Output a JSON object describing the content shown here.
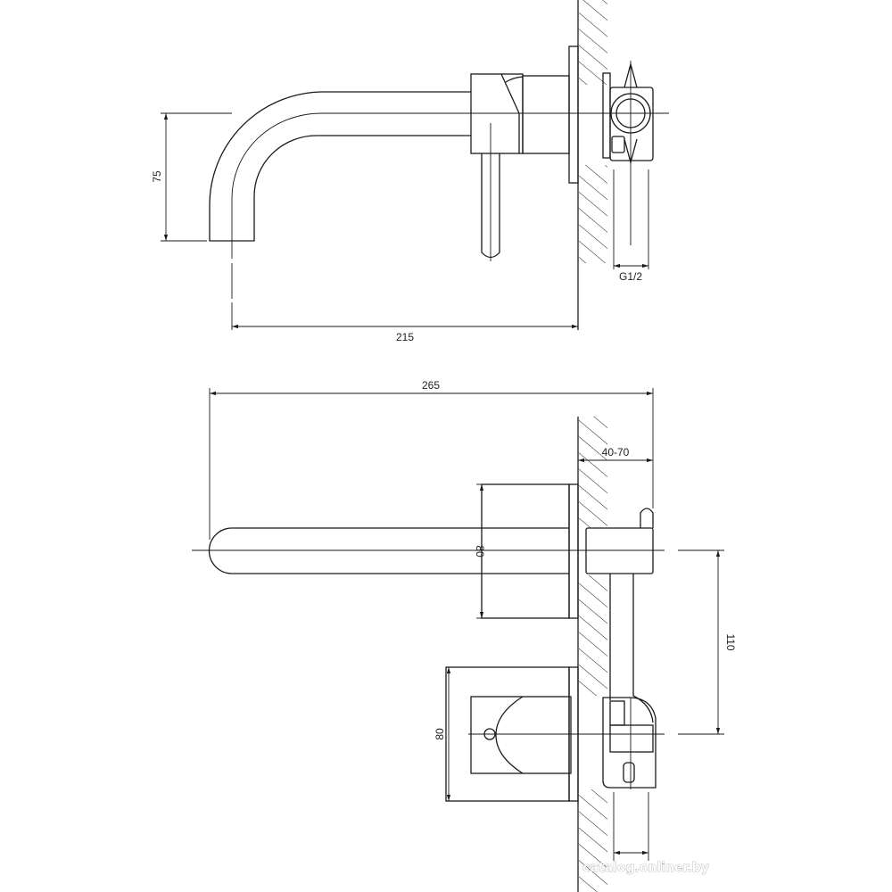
{
  "drawing": {
    "top_view": {
      "dim_height": "75",
      "dim_length": "215",
      "dim_thread": "G1/2"
    },
    "side_view": {
      "dim_total_length": "265",
      "dim_wall_depth": "40-70",
      "dim_spout_plate": "80",
      "dim_handle_plate": "80",
      "dim_center_distance": "110"
    },
    "watermark": "catalog.onliner.by",
    "colors": {
      "line": "#1a1a1a",
      "background": "#ffffff"
    }
  }
}
